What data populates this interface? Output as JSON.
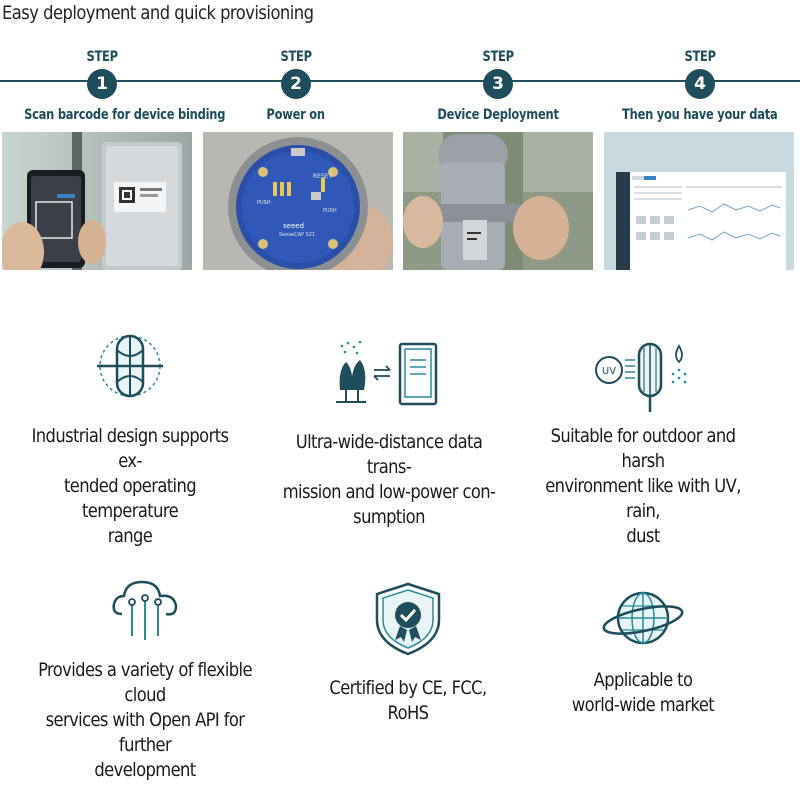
{
  "heading": "Easy deployment and quick provisioning",
  "steps": [
    {
      "label": "STEP",
      "number": "1",
      "title": "Scan barcode for device binding"
    },
    {
      "label": "STEP",
      "number": "2",
      "title": "Power on"
    },
    {
      "label": "STEP",
      "number": "3",
      "title": "Device Deployment"
    },
    {
      "label": "STEP",
      "number": "4",
      "title": "Then you have your data"
    }
  ],
  "photos": {
    "step2_board_text": "RESET",
    "step2_push_left": "PUSH",
    "step2_push_right": "PUSH",
    "step2_brand": "seeed",
    "step2_model": "SenseCAP S21"
  },
  "features": [
    {
      "icon": "temperature-design-icon",
      "text": "Industrial design supports ex-\ntended operating temperature\nrange"
    },
    {
      "icon": "data-transmission-icon",
      "text": "Ultra-wide-distance data trans-\nmission and low-power con-\nsumption"
    },
    {
      "icon": "weather-resistant-icon",
      "text": "Suitable for outdoor and harsh\nenvironment like with UV, rain,\ndust",
      "uv_label": "UV"
    },
    {
      "icon": "cloud-api-icon",
      "text": "Provides a variety of flexible cloud\nservices with Open API for further\ndevelopment"
    },
    {
      "icon": "certification-shield-icon",
      "text": "Certified by CE, FCC,\nRoHS"
    },
    {
      "icon": "globe-icon",
      "text": "Applicable to\nworld-wide market"
    }
  ],
  "colors": {
    "accent": "#1f4d5c",
    "icon_teal": "#2a8a9a",
    "icon_dark": "#1f4d5c"
  }
}
